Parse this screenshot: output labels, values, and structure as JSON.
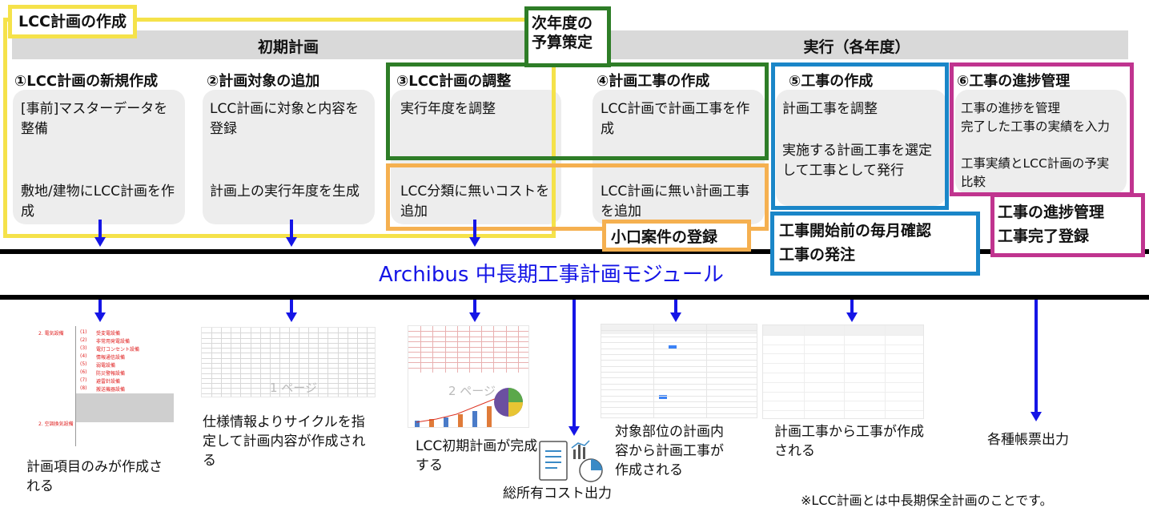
{
  "header": {
    "lcc_plan_label": "LCC計画の作成",
    "phase_initial": "初期計画",
    "phase_exec": "実行（各年度）",
    "budget_label_line1": "次年度の",
    "budget_label_line2": "予算策定"
  },
  "steps": [
    {
      "title": "①LCC計画の新規作成",
      "card_top": "[事前]マスターデータを整備",
      "card_bottom": "敷地/建物にLCC計画を作成"
    },
    {
      "title": "②計画対象の追加",
      "card_top": "LCC計画に対象と内容を登録",
      "card_bottom": "計画上の実行年度を生成"
    },
    {
      "title": "③LCC計画の調整",
      "card_top": "実行年度を調整",
      "card_bottom": "LCC分類に無いコストを追加"
    },
    {
      "title": "④計画工事の作成",
      "card_top": "LCC計画で計画工事を作成",
      "card_bottom": "LCC計画に無い計画工事を追加"
    },
    {
      "title": "⑤工事の作成",
      "card_top": "計画工事を調整",
      "card_bottom": "実施する計画工事を選定して工事として発行"
    },
    {
      "title": "⑥工事の進捗管理",
      "card_lines": [
        "工事の進捗を管理",
        "完了した工事の実績を入力",
        "工事実績とLCC計画の予実比較"
      ]
    }
  ],
  "overlays": {
    "small_project": "小口案件の登録",
    "monthly_check_line1": "工事開始前の毎月確認",
    "monthly_check_line2": "工事の発注",
    "progress_line1": "工事の進捗管理",
    "progress_line2": "工事完了登録"
  },
  "module_title": "Archibus 中長期工事計画モジュール",
  "outputs": [
    "計画項目のみが作成される",
    "仕様情報よりサイクルを指定して計画内容が作成される",
    "LCC初期計画が完成する",
    "総所有コスト出力",
    "対象部位の計画内容から計画工事が作成される",
    "計画工事から工事が作成される",
    "各種帳票出力"
  ],
  "thumbnails": {
    "plan_items": [
      {
        "num": "(1)",
        "name": "受変電設備"
      },
      {
        "num": "(2)",
        "name": "非常用発電設備"
      },
      {
        "num": "(3)",
        "name": "電灯コンセント設備"
      },
      {
        "num": "(4)",
        "name": "情報通信設備"
      },
      {
        "num": "(5)",
        "name": "弱電設備"
      },
      {
        "num": "(6)",
        "name": "防災警報設備"
      },
      {
        "num": "(7)",
        "name": "避雷針設備"
      },
      {
        "num": "(8)",
        "name": "搬送機器設備"
      }
    ],
    "plan_category_1": "2. 電気設備",
    "plan_category_2": "2. 空調換気設備",
    "page1": "1 ページ",
    "page2": "2 ページ"
  },
  "footnote": "※LCC計画とは中長期保全計画のことです。",
  "colors": {
    "yellow": "#f5e24a",
    "green": "#2e7d27",
    "orange": "#f5b050",
    "blue": "#1a86c8",
    "magenta": "#c0348f",
    "arrow": "#1515e6",
    "module_text": "#1515e6"
  }
}
